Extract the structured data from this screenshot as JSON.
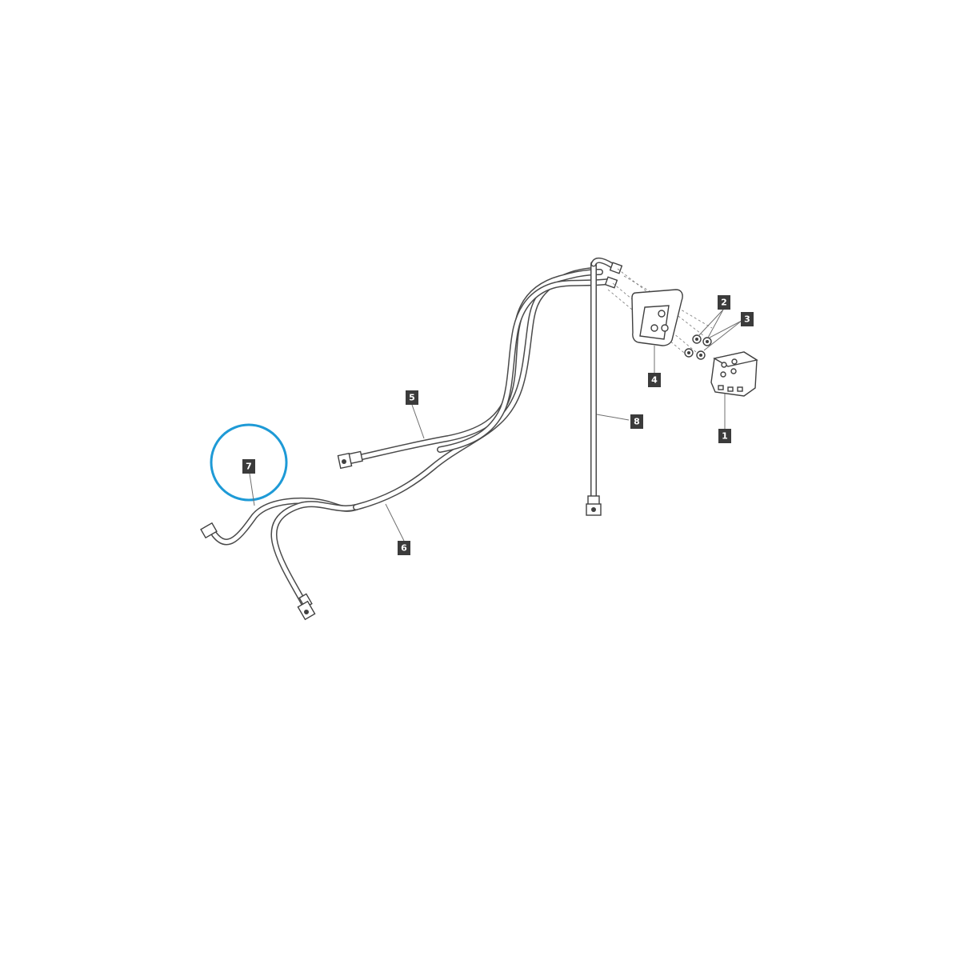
{
  "callouts": [
    {
      "id": "1",
      "label": "1"
    },
    {
      "id": "2",
      "label": "2"
    },
    {
      "id": "3",
      "label": "3"
    },
    {
      "id": "4",
      "label": "4"
    },
    {
      "id": "5",
      "label": "5"
    },
    {
      "id": "6",
      "label": "6"
    },
    {
      "id": "7",
      "label": "7"
    },
    {
      "id": "8",
      "label": "8"
    }
  ],
  "highlight": {
    "target_callout": "7",
    "color": "#1e9ad6"
  },
  "colors": {
    "tag_bg": "#3b3b3b",
    "line": "#4a4a4a",
    "background": "#ffffff"
  }
}
